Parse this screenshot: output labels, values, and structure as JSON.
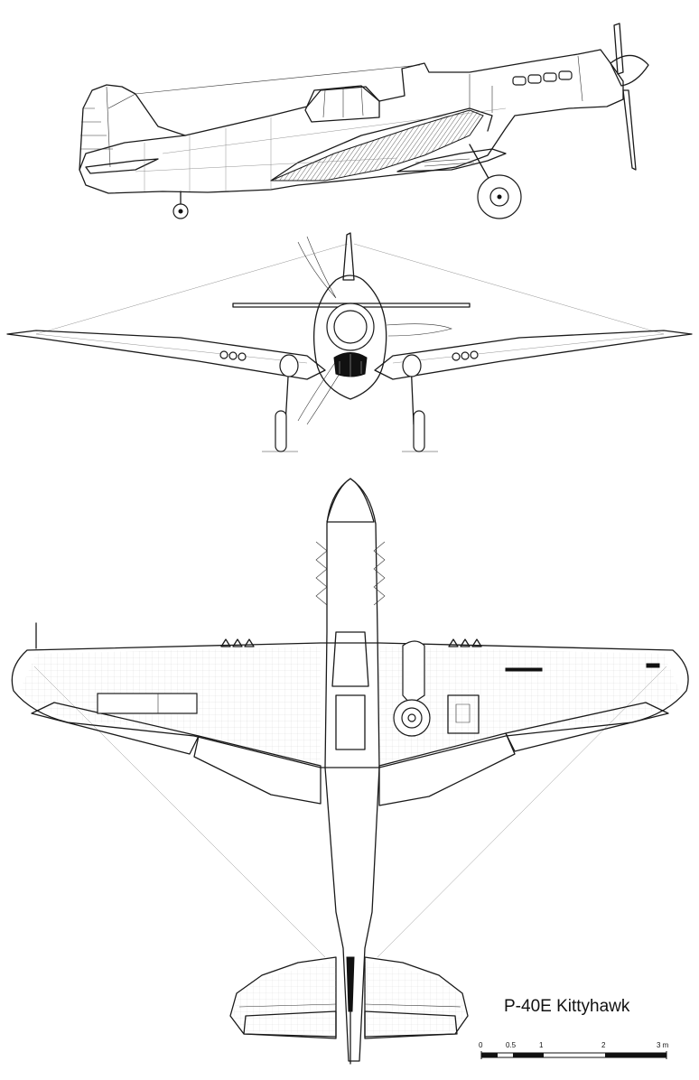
{
  "title": "P-40E Kittyhawk",
  "scale_bar": {
    "labels": [
      "0",
      "0.5",
      "1",
      "2",
      "3 m"
    ]
  },
  "views": [
    "side-profile",
    "front-view",
    "top-plan-view"
  ]
}
